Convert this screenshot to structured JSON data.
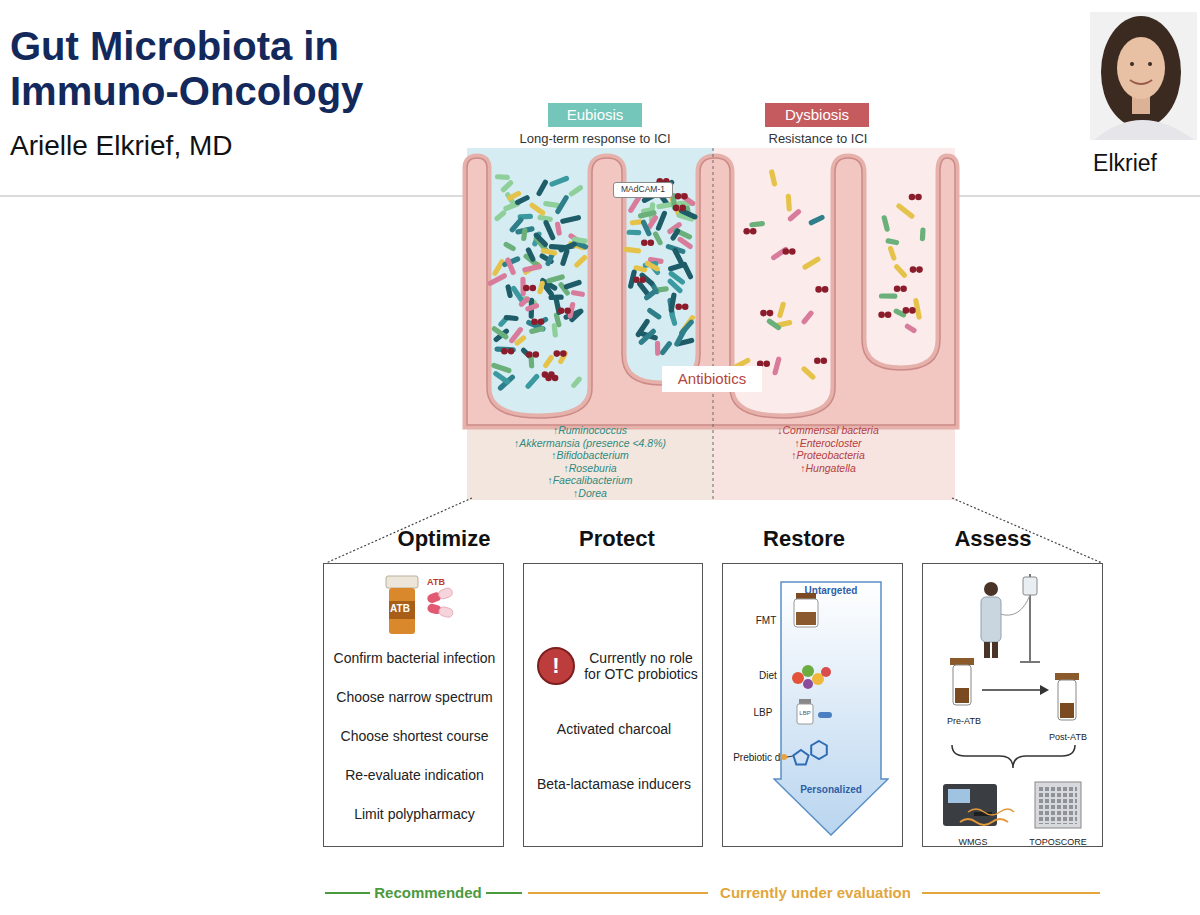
{
  "diagram": {
    "title": "Gut Microbiota in Immuno-Oncology",
    "nodes": [
      {
        "text": [
          "Eubiosis"
        ]
      },
      {
        "text": [
          "Dysbiosis"
        ]
      },
      {
        "text": [
          "MAdCAM-1"
        ]
      },
      {
        "text": [
          "Antibiotics"
        ]
      },
      {
        "text": [
          "Optimize",
          "Confirm bacterial infection",
          "Choose narrow spectrum",
          "Choose shortest course",
          "Re-evaluate indication",
          "Limit polypharmacy"
        ]
      },
      {
        "text": [
          "Protect",
          "Currently no role for OTC probiotics",
          "Activated charcoal",
          "Beta-lactamase inducers"
        ]
      },
      {
        "text": [
          "!"
        ],
        "in": 5
      },
      {
        "text": [
          "Restore",
          "FMT",
          "Diet",
          "LBP",
          "Prebiotic drug"
        ]
      },
      {
        "text": [
          "Untargeted",
          "Personalized"
        ],
        "in": 7
      },
      {
        "text": [
          "Assess",
          "Pre-ATB",
          "Post-ATB",
          "WMGS",
          "TOPOSCORE"
        ]
      }
    ],
    "labels": [
      "Arielle Elkrief, MD",
      "Elkrief",
      "Long-term response to ICI",
      "Resistance to ICI",
      "↑Ruminococcus",
      "↑Akkermansia (presence <4.8%)",
      "↑Bifidobacterium",
      "↑Roseburia",
      "↑Faecalibacterium",
      "↑Dorea",
      "↓Commensal bacteria",
      "↑Enterocloster",
      "↑Proteobacteria",
      "↑Hungatella",
      "ATB",
      "ATB",
      "LBP",
      "Recommended",
      "Currently under evaluation"
    ]
  }
}
